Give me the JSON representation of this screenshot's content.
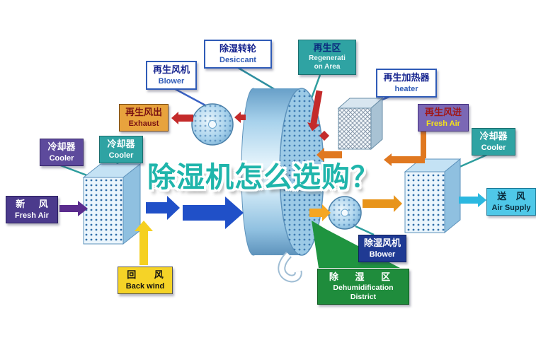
{
  "title": "除湿机怎么选购？",
  "labels": {
    "desiccant": {
      "zh": "除湿转轮",
      "en": "Desiccant"
    },
    "regen_area": {
      "zh": "再生区",
      "en_line1": "Regenerati",
      "en_line2": "on Area"
    },
    "regen_blower": {
      "zh": "再生风机",
      "en": "Blower"
    },
    "regen_heater": {
      "zh": "再生加热器",
      "en": "heater"
    },
    "regen_exhaust": {
      "zh": "再生风出",
      "en": "Exhaust"
    },
    "regen_fresh_air": {
      "zh": "再生风进",
      "en": "Fresh Air"
    },
    "cooler_left": {
      "zh": "冷却器",
      "en": "Cooler"
    },
    "cooler_mid": {
      "zh": "冷却器",
      "en": "Cooler"
    },
    "cooler_right": {
      "zh": "冷却器",
      "en": "Cooler"
    },
    "fresh_air": {
      "zh": "新 风",
      "en": "Fresh Air"
    },
    "back_wind": {
      "zh": "回 风",
      "en": "Back wind"
    },
    "air_supply": {
      "zh": "送 风",
      "en": "Air Supply"
    },
    "dehum_blower": {
      "zh": "除湿风机",
      "en": "Blower"
    },
    "dehum_district": {
      "zh": "除 湿 区",
      "en_line1": "Dehumidification",
      "en_line2": "District"
    }
  },
  "colors": {
    "title_text": "#1FB5AB",
    "process_air_arrow": "#2050C8",
    "fresh_air_arrow": "#5B2D8E",
    "return_air_arrow": "#F5D020",
    "dry_air_arrow": "#F5A623",
    "supply_air_arrow": "#2BB8E0",
    "exhaust_arrow": "#C42B2B",
    "regen_inlet_arrow": "#E07820",
    "dehum_zone_green": "#1F9440",
    "wheel_blue": "#9CCAE6"
  }
}
